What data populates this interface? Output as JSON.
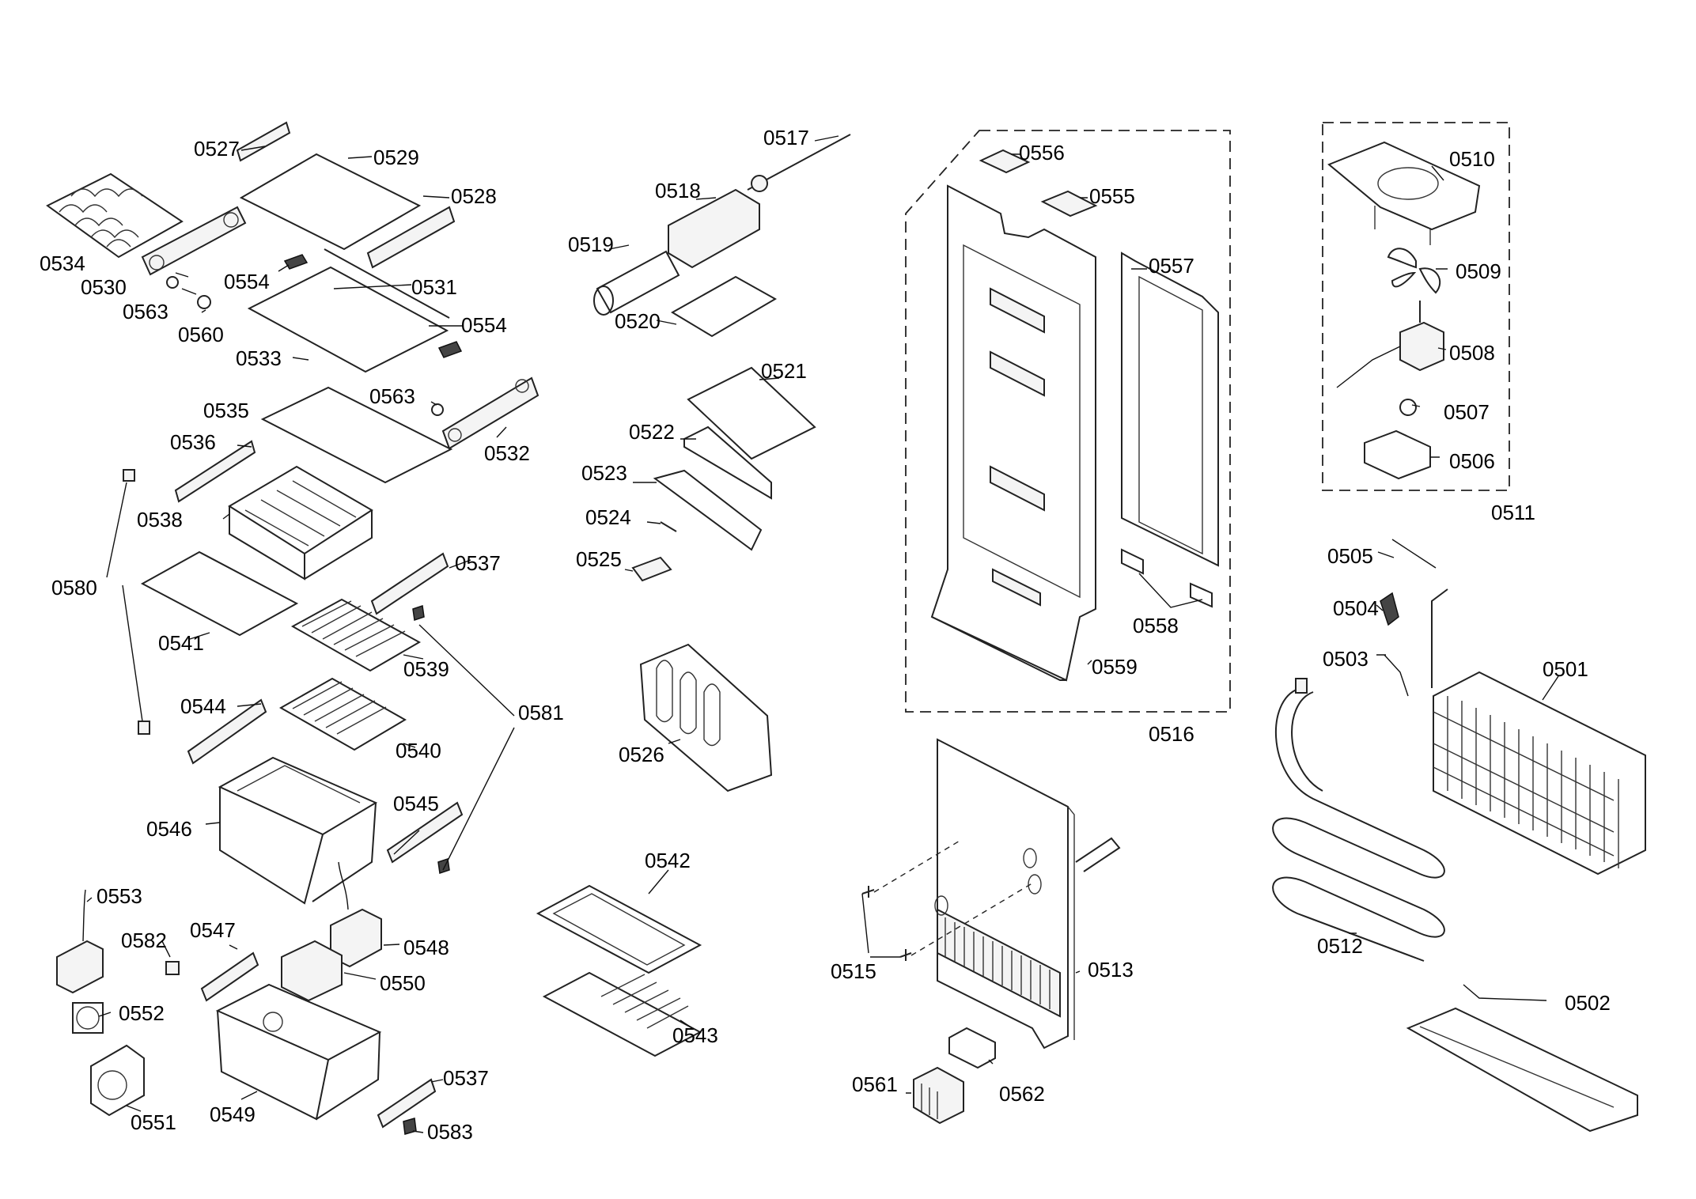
{
  "labels": {
    "p0501": "0501",
    "p0502": "0502",
    "p0503": "0503",
    "p0504": "0504",
    "p0505": "0505",
    "p0506": "0506",
    "p0507": "0507",
    "p0508": "0508",
    "p0509": "0509",
    "p0510": "0510",
    "p0511": "0511",
    "p0512": "0512",
    "p0513": "0513",
    "p0515": "0515",
    "p0516": "0516",
    "p0517": "0517",
    "p0518": "0518",
    "p0519": "0519",
    "p0520": "0520",
    "p0521": "0521",
    "p0522": "0522",
    "p0523": "0523",
    "p0524": "0524",
    "p0525": "0525",
    "p0526": "0526",
    "p0527": "0527",
    "p0528": "0528",
    "p0529": "0529",
    "p0530": "0530",
    "p0531": "0531",
    "p0532": "0532",
    "p0533": "0533",
    "p0534": "0534",
    "p0535": "0535",
    "p0536": "0536",
    "p0537a": "0537",
    "p0537b": "0537",
    "p0538": "0538",
    "p0539": "0539",
    "p0540": "0540",
    "p0541": "0541",
    "p0542": "0542",
    "p0543": "0543",
    "p0544": "0544",
    "p0545": "0545",
    "p0546": "0546",
    "p0547": "0547",
    "p0548": "0548",
    "p0549": "0549",
    "p0550": "0550",
    "p0551": "0551",
    "p0552": "0552",
    "p0553": "0553",
    "p0554a": "0554",
    "p0554b": "0554",
    "p0555": "0555",
    "p0556": "0556",
    "p0557": "0557",
    "p0558": "0558",
    "p0559": "0559",
    "p0560": "0560",
    "p0561": "0561",
    "p0562": "0562",
    "p0563a": "0563",
    "p0563b": "0563",
    "p0580": "0580",
    "p0581": "0581",
    "p0582": "0582",
    "p0583": "0583"
  }
}
